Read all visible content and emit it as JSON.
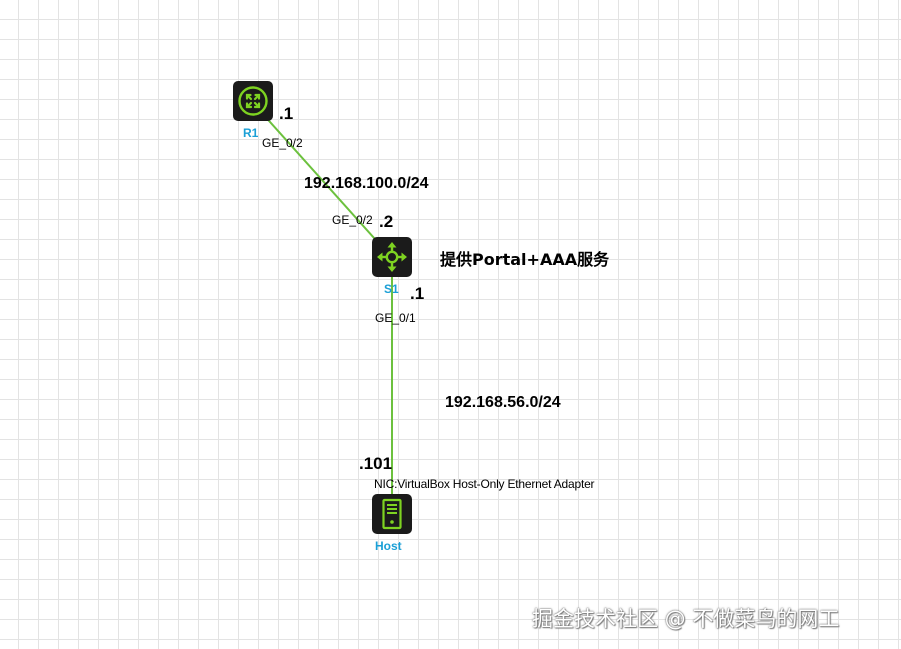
{
  "devices": {
    "r1": {
      "name": "R1",
      "icon": "router-icon"
    },
    "s1": {
      "name": "S1",
      "icon": "layer3-switch-icon"
    },
    "host": {
      "name": "Host",
      "icon": "server-host-icon"
    }
  },
  "links": [
    {
      "id": "r1-s1",
      "network": "192.168.100.0/24",
      "a_ip": ".1",
      "a_port": "GE_0/2",
      "b_ip": ".2",
      "b_port": "GE_0/2"
    },
    {
      "id": "s1-host",
      "network": "192.168.56.0/24",
      "a_ip": ".1",
      "a_port": "GE_0/1",
      "b_ip": ".101",
      "b_port": "NIC:VirtualBox Host-Only Ethernet Adapter"
    }
  ],
  "annotations": {
    "s1_service": "提供Portal+AAA服务"
  },
  "watermark": "掘金技术社区 @ 不做菜鸟的网工",
  "colors": {
    "link": "#6cc13e",
    "device_bg": "#1b1b1b",
    "device_accent": "#7ed321",
    "device_label": "#1a9fd6"
  }
}
